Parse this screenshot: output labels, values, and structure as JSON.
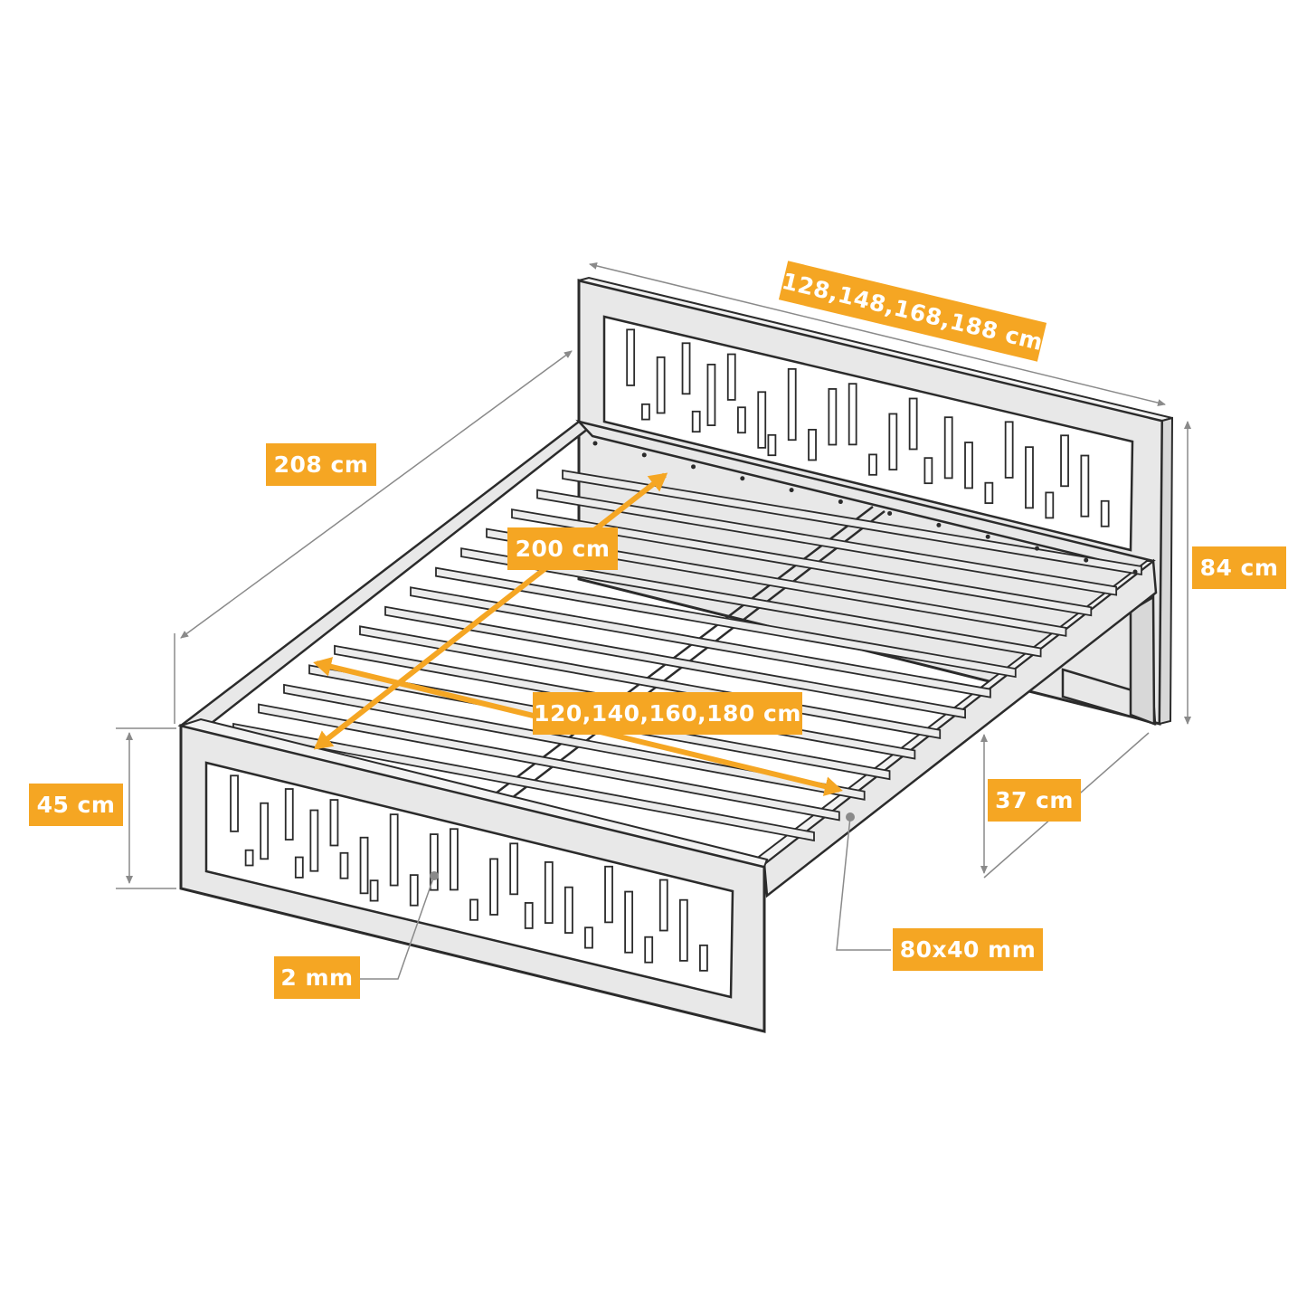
{
  "colors": {
    "accent": "#F5A623",
    "outline": "#2b2b2b",
    "dimension_line": "#8a8a8a",
    "frame_fill": "#e8e8e8"
  },
  "dimensions": {
    "headboard_width": "128,148,168,188 cm",
    "total_length": "208 cm",
    "inner_length": "200 cm",
    "inner_width": "120,140,160,180 cm",
    "headboard_height": "84 cm",
    "footboard_height": "45 cm",
    "clearance_height": "37 cm",
    "sheet_thickness": "2 mm",
    "profile_size": "80x40 mm"
  }
}
